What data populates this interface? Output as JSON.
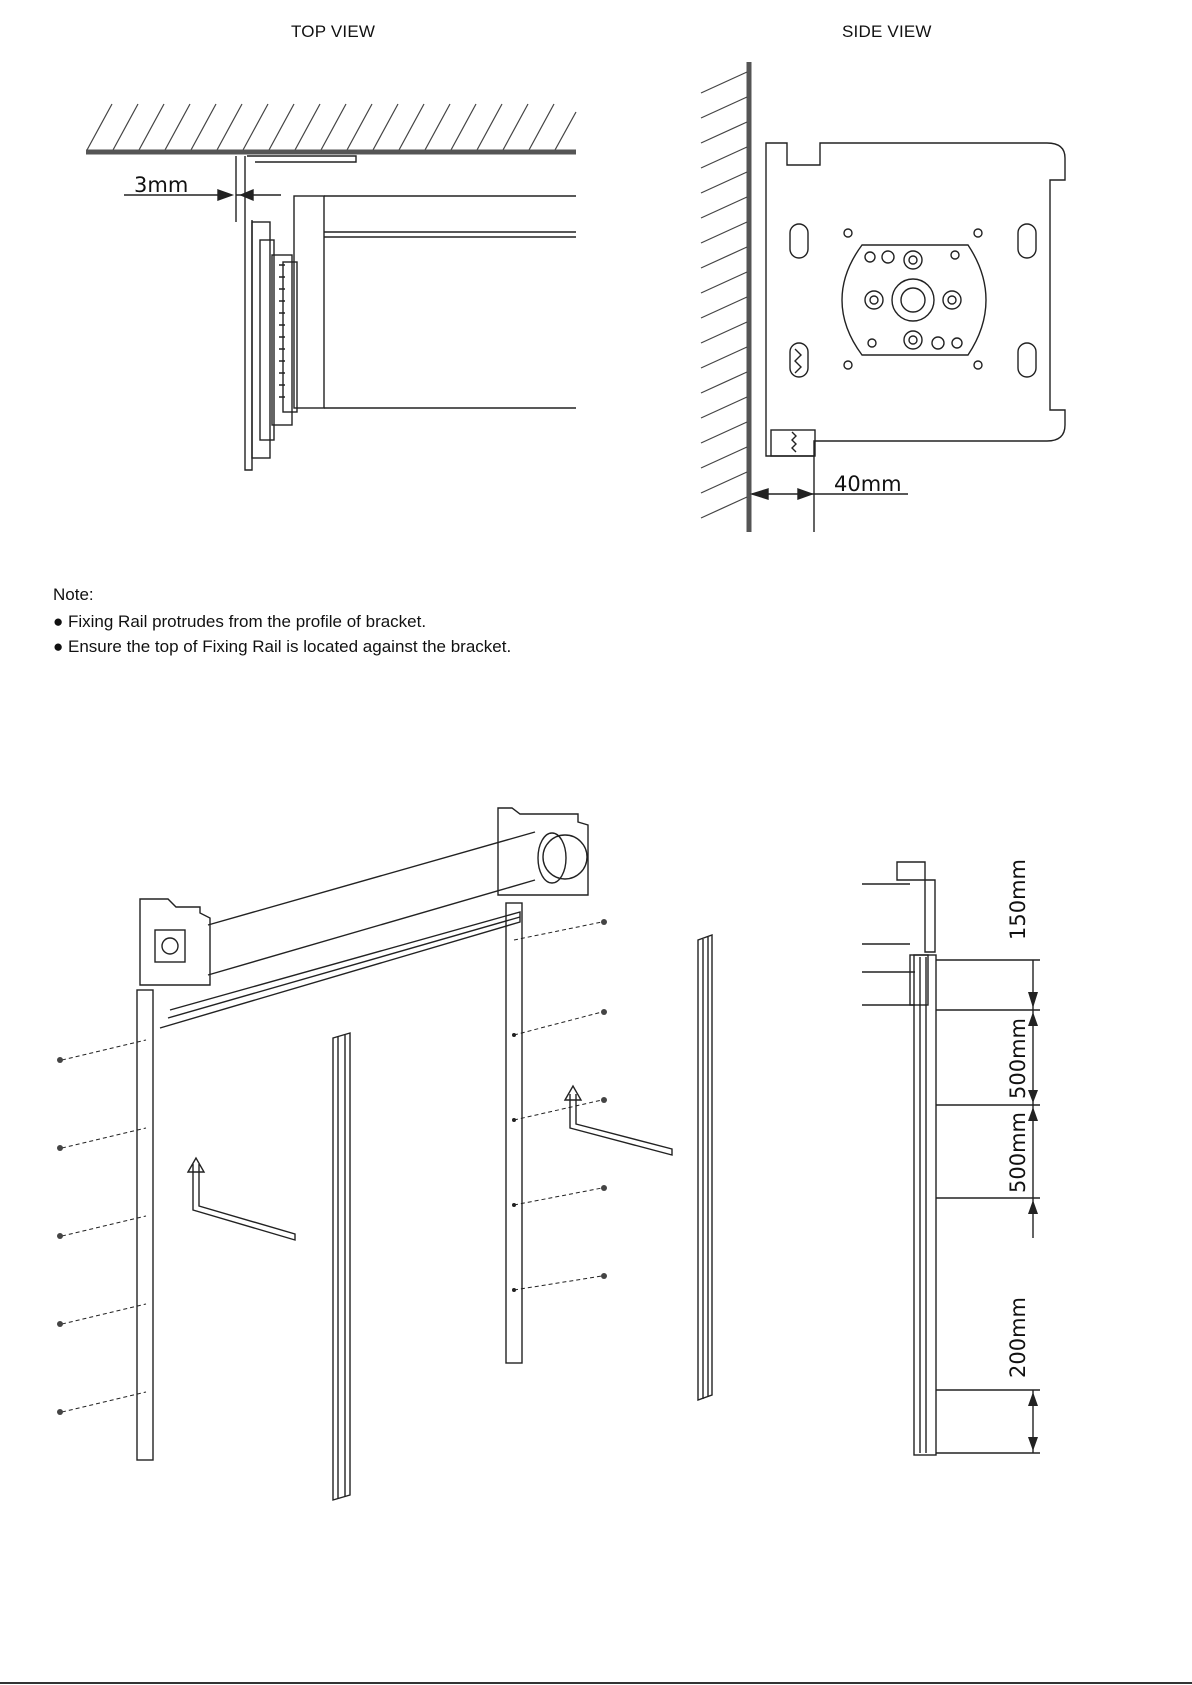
{
  "titles": {
    "top_view": "TOP VIEW",
    "side_view": "SIDE VIEW"
  },
  "dimensions": {
    "gap": "3mm",
    "offset": "40mm",
    "spacing": [
      "150mm",
      "500mm",
      "500mm",
      "200mm"
    ]
  },
  "note": {
    "heading": "Note:",
    "items": [
      "● Fixing Rail protrudes from the profile of bracket.",
      "● Ensure the top of Fixing Rail is located against the bracket."
    ]
  }
}
